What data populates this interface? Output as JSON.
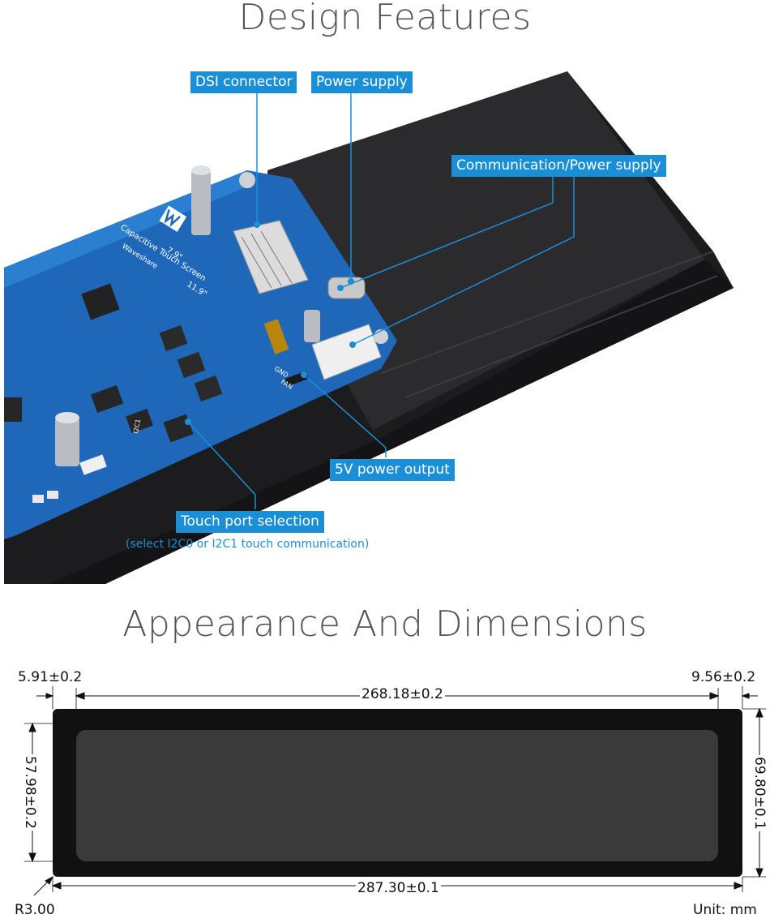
{
  "section1": {
    "title": "Design Features",
    "callouts": {
      "dsi": "DSI connector",
      "power": "Power supply",
      "comm": "Communication/Power supply",
      "output": "5V power output",
      "touch": "Touch port selection"
    },
    "touch_note": "(select I2C0 or I2C1 touch communication)",
    "board_text": {
      "brand": "Waveshare",
      "model": "Capacitive Touch Screen",
      "size_a": "7.9\"",
      "size_b": "11.9\"",
      "gnd": "GND",
      "fan": "FAN",
      "i2c": "I2C1"
    }
  },
  "section2": {
    "title": "Appearance And Dimensions",
    "dims": {
      "left_bezel": "5.91±0.2",
      "right_bezel": "9.56±0.2",
      "active_width": "268.18±0.2",
      "active_height": "57.98±0.2",
      "outer_height": "69.80±0.1",
      "outer_width": "287.30±0.1",
      "radius": "R3.00",
      "unit": "Unit: mm"
    }
  },
  "colors": {
    "accent": "#1a8fd6",
    "pcb": "#1f67b8",
    "bezel": "#111111",
    "panel": "#3a3a3a"
  }
}
